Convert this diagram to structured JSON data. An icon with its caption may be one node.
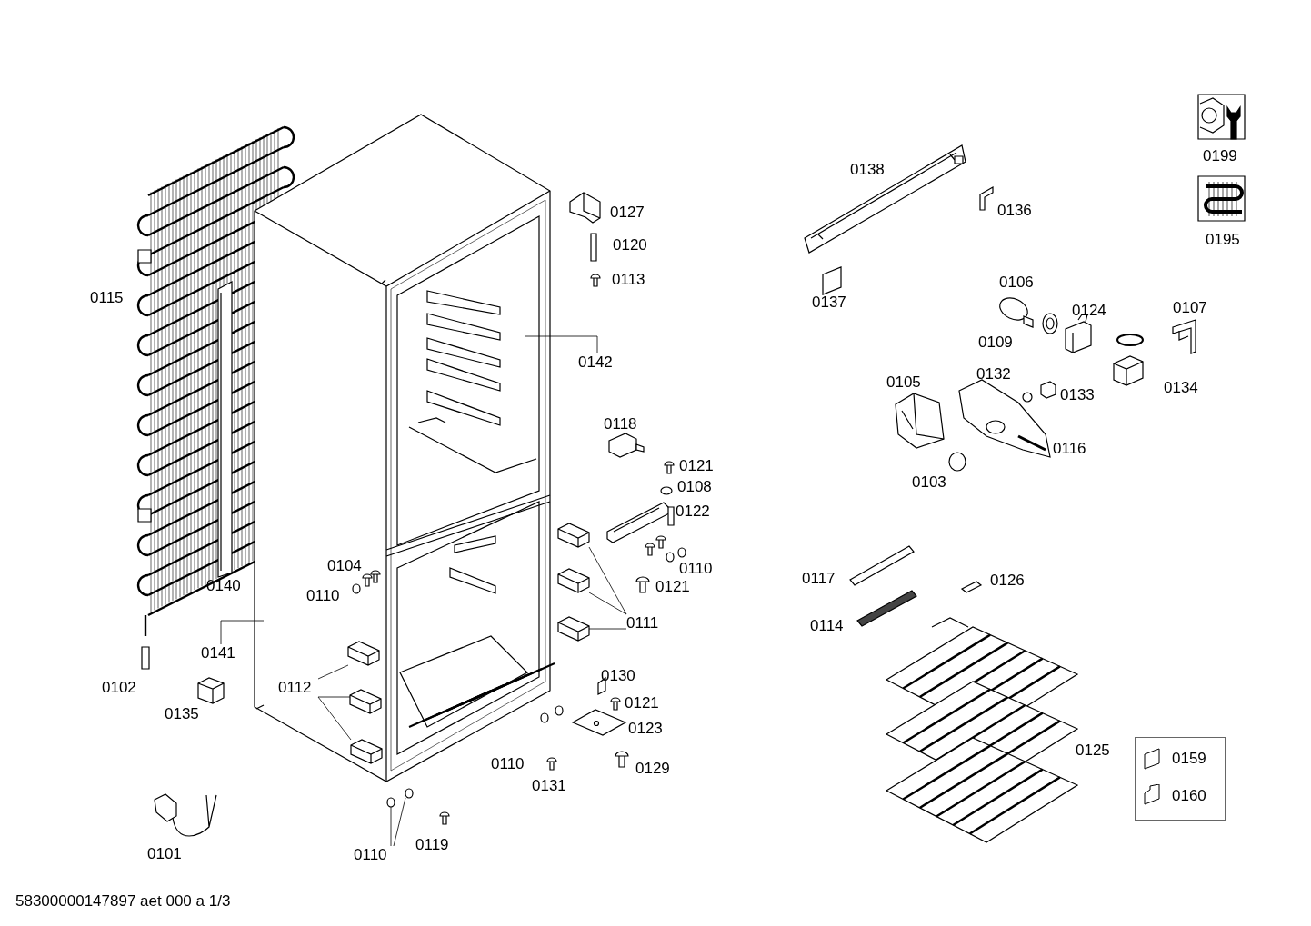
{
  "diagram": {
    "nodes": [
      {
        "text": [
          "0142"
        ]
      },
      {
        "text": [
          "0111"
        ]
      },
      {
        "text": [
          "0112"
        ]
      },
      {
        "text": [
          "0141"
        ]
      },
      {
        "text": [
          "0110"
        ]
      },
      {
        "text": [
          "0159",
          "0160"
        ]
      },
      {
        "text": [],
        "shape": "box"
      },
      {
        "text": [],
        "shape": "box"
      },
      {
        "text": [],
        "shape": "box"
      },
      {
        "text": [],
        "shape": "box"
      },
      {
        "text": [],
        "shape": "box"
      },
      {
        "text": [],
        "shape": "box"
      },
      {
        "text": [],
        "shape": "circle"
      },
      {
        "text": [],
        "shape": "circle"
      }
    ],
    "edges": [
      {
        "from": 0,
        "to": null,
        "arrow": "none"
      },
      {
        "from": 1,
        "to": 6,
        "arrow": "none"
      },
      {
        "from": 1,
        "to": 7,
        "arrow": "none"
      },
      {
        "from": 1,
        "to": 8,
        "arrow": "none"
      },
      {
        "from": 2,
        "to": 9,
        "arrow": "none"
      },
      {
        "from": 2,
        "to": 10,
        "arrow": "none"
      },
      {
        "from": 2,
        "to": 11,
        "arrow": "none"
      },
      {
        "from": 3,
        "to": null,
        "arrow": "none"
      },
      {
        "from": 4,
        "to": 12,
        "arrow": "none"
      },
      {
        "from": 4,
        "to": 13,
        "arrow": "none"
      }
    ],
    "labels": [
      "0199",
      "0138",
      "0127",
      "0136",
      "0195",
      "0120",
      "0113",
      "0137",
      "0115",
      "0106",
      "0124",
      "0107",
      "0109",
      "0132",
      "0133",
      "0134",
      "0105",
      "0118",
      "0116",
      "0121",
      "0108",
      "0103",
      "0122",
      "0104",
      "0110",
      "0140",
      "0110",
      "0121",
      "0117",
      "0126",
      "0114",
      "0130",
      "0102",
      "0121",
      "0135",
      "0123",
      "0125",
      "0110",
      "0131",
      "0129",
      "0101",
      "0119",
      "58300000147897 aet 000 a 1/3"
    ]
  }
}
